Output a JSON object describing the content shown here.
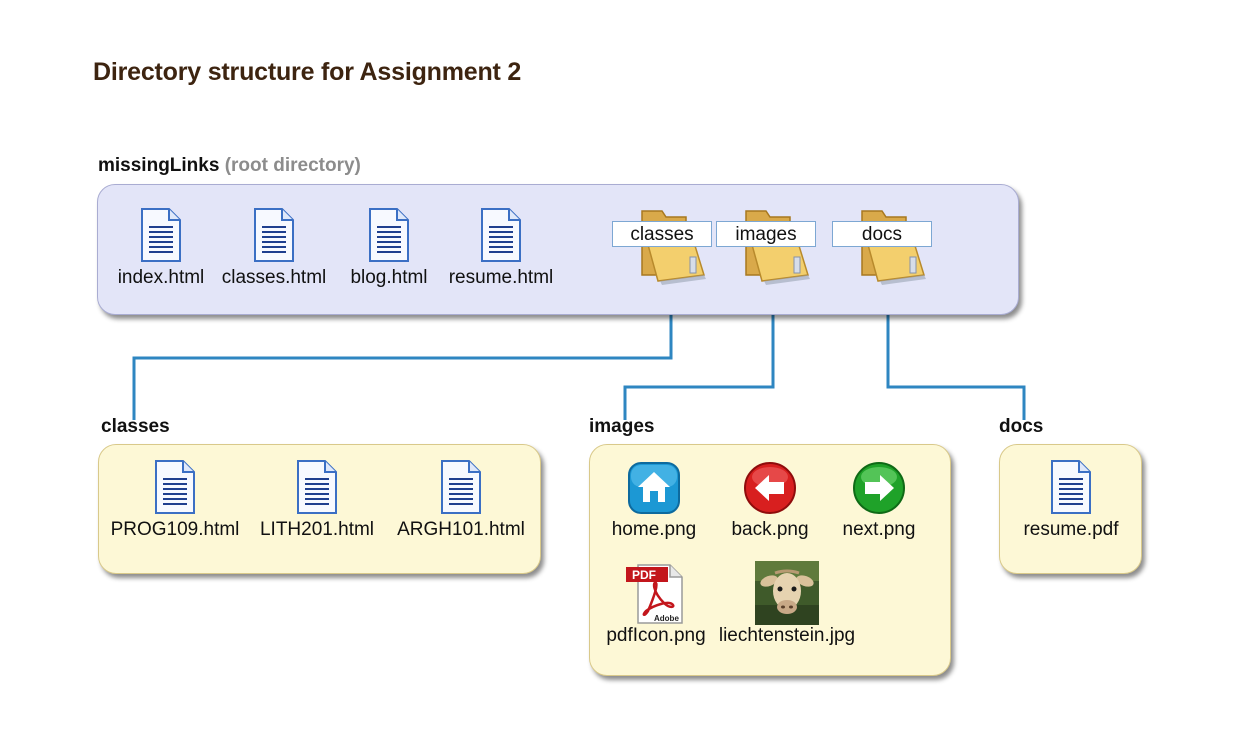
{
  "title": "Directory structure for Assignment 2",
  "root": {
    "name": "missingLinks",
    "note": "(root directory)",
    "files": [
      "index.html",
      "classes.html",
      "blog.html",
      "resume.html"
    ],
    "folders": [
      "classes",
      "images",
      "docs"
    ]
  },
  "classes": {
    "name": "classes",
    "files": [
      "PROG109.html",
      "LITH201.html",
      "ARGH101.html"
    ]
  },
  "images": {
    "name": "images",
    "files": [
      "home.png",
      "back.png",
      "next.png",
      "pdfIcon.png",
      "liechtenstein.jpg"
    ],
    "pdf_badge": "PDF",
    "pdf_brand": "Adobe"
  },
  "docs": {
    "name": "docs",
    "files": [
      "resume.pdf"
    ]
  },
  "colors": {
    "title": "#3d2410",
    "root_panel": "#e3e5f8",
    "sub_panel": "#fdf8d6",
    "connector": "#2e86c1"
  }
}
